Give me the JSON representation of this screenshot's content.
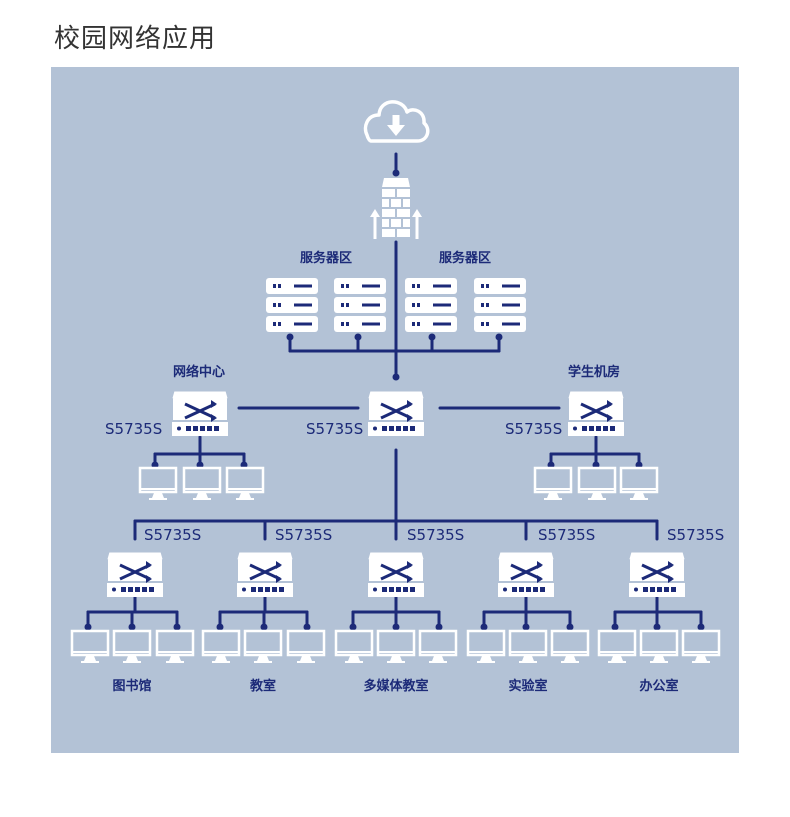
{
  "page": {
    "title": "校园网络应用"
  },
  "colors": {
    "panel_bg": "#b3c2d6",
    "line": "#1c2a78",
    "device": "#ffffff"
  },
  "icons": [
    "cloud-download-icon",
    "firewall-icon",
    "server-icon",
    "switch-icon",
    "monitor-icon"
  ],
  "labels": {
    "server_zone_left": "服务器区",
    "server_zone_right": "服务器区",
    "network_center": "网络中心",
    "student_lab": "学生机房"
  },
  "switches": {
    "left": "S5735S",
    "core": "S5735S",
    "right": "S5735S"
  },
  "branches": [
    {
      "model": "S5735S",
      "name": "图书馆"
    },
    {
      "model": "S5735S",
      "name": "教室"
    },
    {
      "model": "S5735S",
      "name": "多媒体教室"
    },
    {
      "model": "S5735S",
      "name": "实验室"
    },
    {
      "model": "S5735S",
      "name": "办公室"
    }
  ]
}
